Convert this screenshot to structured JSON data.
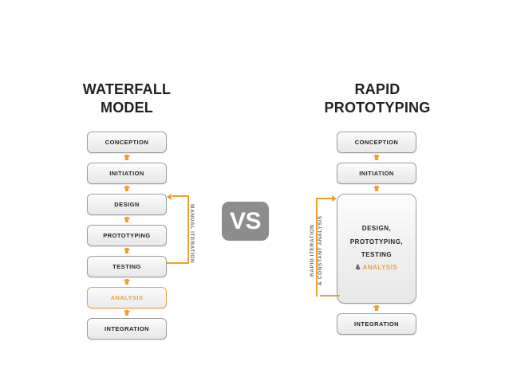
{
  "diagram": {
    "comparison_badge": "VS",
    "accent_color": "#f0a028",
    "highlight_color": "#e8a33d",
    "box_border_color": "#9d9d9d",
    "badge_color": "#8d8d8d",
    "text_color": "#231f20",
    "caption_color": "#6e6e6e"
  },
  "left": {
    "title": "WATERFALL\nMODEL",
    "nodes": [
      {
        "label": "CONCEPTION",
        "highlight": false
      },
      {
        "label": "INITIATION",
        "highlight": false
      },
      {
        "label": "DESIGN",
        "highlight": false
      },
      {
        "label": "PROTOTYPING",
        "highlight": false
      },
      {
        "label": "TESTING",
        "highlight": false
      },
      {
        "label": "ANALYSIS",
        "highlight": true
      },
      {
        "label": "INTEGRATION",
        "highlight": false
      }
    ],
    "loop_caption": "MANUAL ITERATION",
    "loop_from": "TESTING",
    "loop_to": "DESIGN"
  },
  "right": {
    "title": "RAPID\nPROTOTYPING",
    "nodes": [
      {
        "label": "CONCEPTION",
        "highlight": false
      },
      {
        "label": "INITIATION",
        "highlight": false
      },
      {
        "label": "INTEGRATION",
        "highlight": false
      }
    ],
    "combined_node": {
      "lines": [
        "DESIGN,",
        "PROTOTYPING,",
        "TESTING"
      ],
      "last_line_prefix": "& ",
      "last_line_accent": "ANALYSIS"
    },
    "loop_caption_line1": "RAPID ITERATION",
    "loop_caption_line2": "& CONSTANT ANALYSIS"
  }
}
